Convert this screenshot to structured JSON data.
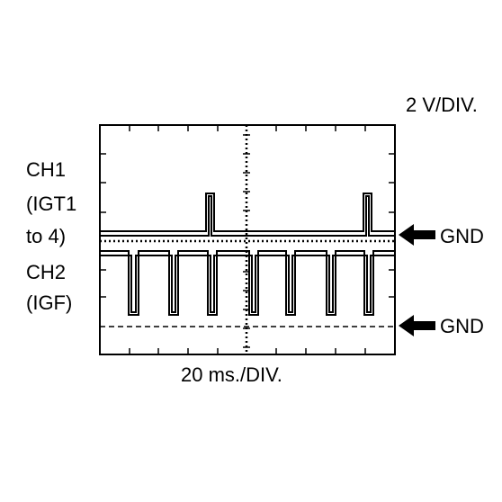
{
  "scale": {
    "vertical": "2 V/DIV.",
    "horizontal": "20 ms./DIV."
  },
  "channels": [
    {
      "line1": "CH1",
      "line2": "(IGT1",
      "line3": "to 4)"
    },
    {
      "line1": "CH2",
      "line2": "(IGF)"
    }
  ],
  "gnd_label": "GND",
  "icons": {
    "gnd_marker": "arrow-left-icon"
  },
  "colors": {
    "trace": "#000000",
    "background": "#ffffff"
  }
}
